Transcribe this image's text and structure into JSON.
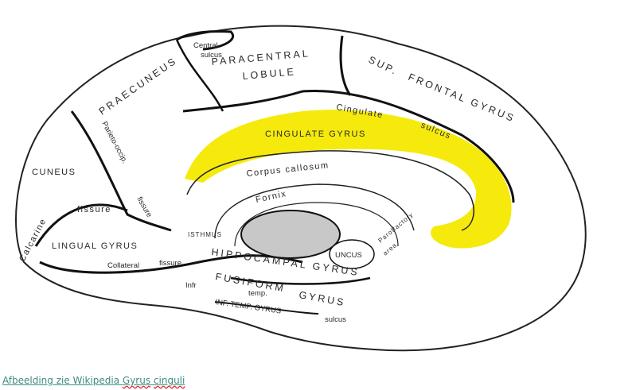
{
  "diagram": {
    "highlight_color": "#f5ea0c",
    "thalamus_color": "#c8c8c8",
    "labels": {
      "central_sulcus_1": "Central",
      "central_sulcus_2": "sulcus",
      "paracentral": "PARACENTRAL",
      "lobule": "LOBULE",
      "sup": "SUP.",
      "frontal_gyrus": "FRONTAL GYRUS",
      "praecuneus": "PRAECUNEUS",
      "parieto_occip": "Parieto-occip.",
      "fissure_po": "fissure",
      "cingulate_sulcus_1": "Cingulate",
      "cingulate_sulcus_2": "sulcus",
      "cingulate_gyrus": "CINGULATE GYRUS",
      "corpus_callosum": "Corpus callosum",
      "fornix": "Fornix",
      "cuneus": "CUNEUS",
      "calcarine": "Calcarine",
      "fissure_calc": "fissure",
      "lingual_gyrus": "LINGUAL GYRUS",
      "isthmus": "ISTHMUS",
      "collateral": "Collateral",
      "fissure_coll": "fissure",
      "hippocampal_gyrus": "HIPPOCAMPAL GYRUS",
      "uncus": "UNCUS",
      "parolfactory": "Parolfactory",
      "area": "area",
      "fusiform": "FUSIFORM",
      "gyrus_fus": "GYRUS",
      "infr": "Infr",
      "temp": "temp.",
      "sulcus_inf": "sulcus",
      "inf_temp_gyrus": "INF. TEMP. GYRUS"
    }
  },
  "caption": {
    "part1": "Afbeelding zie Wikipedia ",
    "part2": "Gyrus",
    "part3": " ",
    "part4": "cinguli"
  }
}
